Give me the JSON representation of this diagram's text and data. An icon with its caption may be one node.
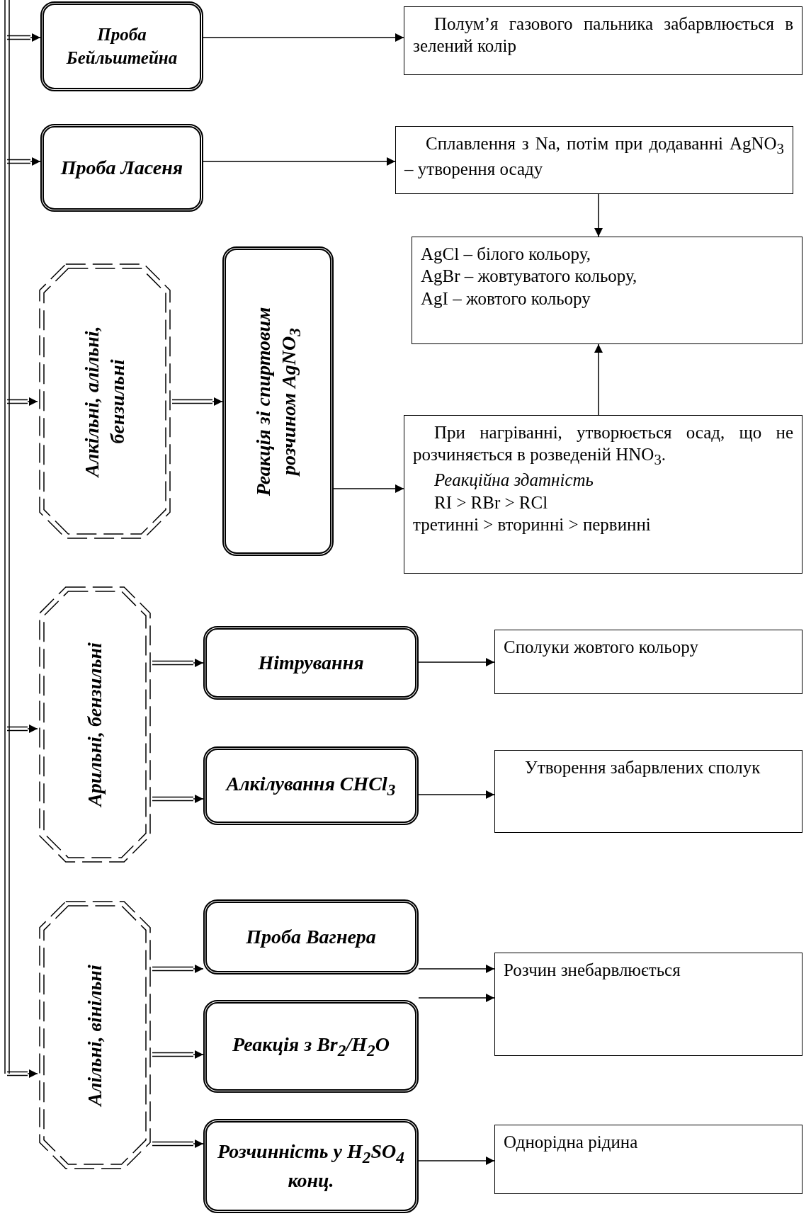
{
  "diagram": {
    "nodes": [
      {
        "text": [
          "Проба Бейльштейна"
        ]
      },
      {
        "text": [
          "Полум’я газового пальника забарвлюється в зелений колір"
        ]
      },
      {
        "text": [
          "Проба Ласеня"
        ]
      },
      {
        "text": [
          "Сплавлення з Na, потім при додаванні AgNO$_{3}$ – утворення осаду"
        ]
      },
      {
        "text": [
          "AgCl – білого кольору,",
          "AgBr – жовтуватого кольору,",
          "AgI – жовтого кольору"
        ]
      },
      {
        "text": [
          "Алкільні, алільні, бензильні"
        ]
      },
      {
        "text": [
          "Реакція зі спиртовим розчином AgNO$_{3}$"
        ]
      },
      {
        "text": [
          "При нагріванні, утворюється осад, що не розчиняється в розведеній HNO$_{3}$.",
          "*Реакційна здатність*",
          "RI > RBr > RCl",
          "третинні > вторинні > первинні"
        ]
      },
      {
        "text": [
          "Арильні, бензильні"
        ]
      },
      {
        "text": [
          "Нітрування"
        ]
      },
      {
        "text": [
          "Сполуки жовтого кольору"
        ]
      },
      {
        "text": [
          "Алкілування CHCl$_{3}$"
        ]
      },
      {
        "text": [
          "Утворення забарвлених сполук"
        ]
      },
      {
        "text": [
          "Алільні, вінільні"
        ]
      },
      {
        "text": [
          "Проба Вагнера"
        ]
      },
      {
        "text": [
          "Реакція з Br$_{2}$/H$_{2}$O"
        ]
      },
      {
        "text": [
          "Розчинність у H$_{2}$SO$_{4}$ конц."
        ]
      },
      {
        "text": [
          "Розчин знебарвлюється"
        ]
      },
      {
        "text": [
          "Однорідна рідина"
        ]
      }
    ],
    "edges": [
      {
        "from": null,
        "to": 0,
        "arrow": "to"
      },
      {
        "from": 0,
        "to": 1,
        "arrow": "to"
      },
      {
        "from": null,
        "to": 2,
        "arrow": "to"
      },
      {
        "from": 2,
        "to": 3,
        "arrow": "to"
      },
      {
        "from": 3,
        "to": 4,
        "arrow": "to"
      },
      {
        "from": null,
        "to": 5,
        "arrow": "to"
      },
      {
        "from": 5,
        "to": 6,
        "arrow": "to"
      },
      {
        "from": 6,
        "to": 7,
        "arrow": "to"
      },
      {
        "from": 7,
        "to": 4,
        "arrow": "to"
      },
      {
        "from": null,
        "to": 8,
        "arrow": "to"
      },
      {
        "from": 8,
        "to": 9,
        "arrow": "to"
      },
      {
        "from": 8,
        "to": 11,
        "arrow": "to"
      },
      {
        "from": 9,
        "to": 10,
        "arrow": "to"
      },
      {
        "from": 11,
        "to": 12,
        "arrow": "to"
      },
      {
        "from": null,
        "to": 13,
        "arrow": "to"
      },
      {
        "from": 13,
        "to": 14,
        "arrow": "to"
      },
      {
        "from": 13,
        "to": 15,
        "arrow": "to"
      },
      {
        "from": 13,
        "to": 16,
        "arrow": "to"
      },
      {
        "from": 14,
        "to": 17,
        "arrow": "to"
      },
      {
        "from": 15,
        "to": 17,
        "arrow": "to"
      },
      {
        "from": 16,
        "to": 18,
        "arrow": "to"
      }
    ]
  }
}
